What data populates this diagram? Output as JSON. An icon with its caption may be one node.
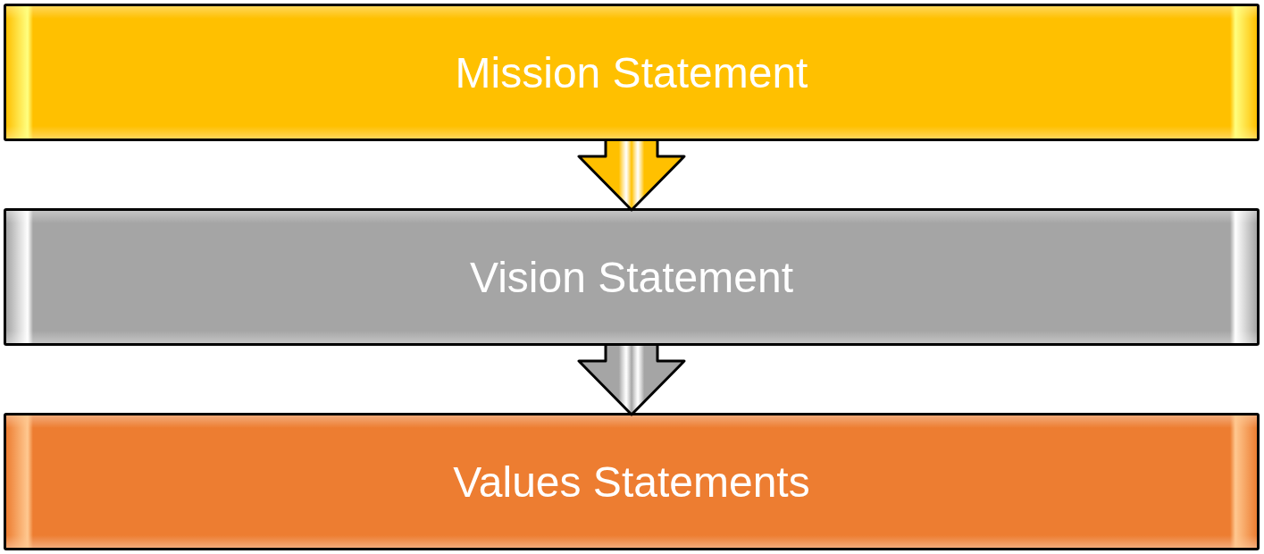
{
  "diagram": {
    "nodes": [
      {
        "text": [
          "Mission Statement"
        ]
      },
      {
        "text": [
          "Vision Statement"
        ]
      },
      {
        "text": [
          "Values Statements"
        ]
      }
    ],
    "edges": [
      {
        "from": 0,
        "to": 1,
        "arrow": "to",
        "color": "#ffc000"
      },
      {
        "from": 1,
        "to": 2,
        "arrow": "to",
        "color": "#a5a5a5"
      }
    ]
  }
}
